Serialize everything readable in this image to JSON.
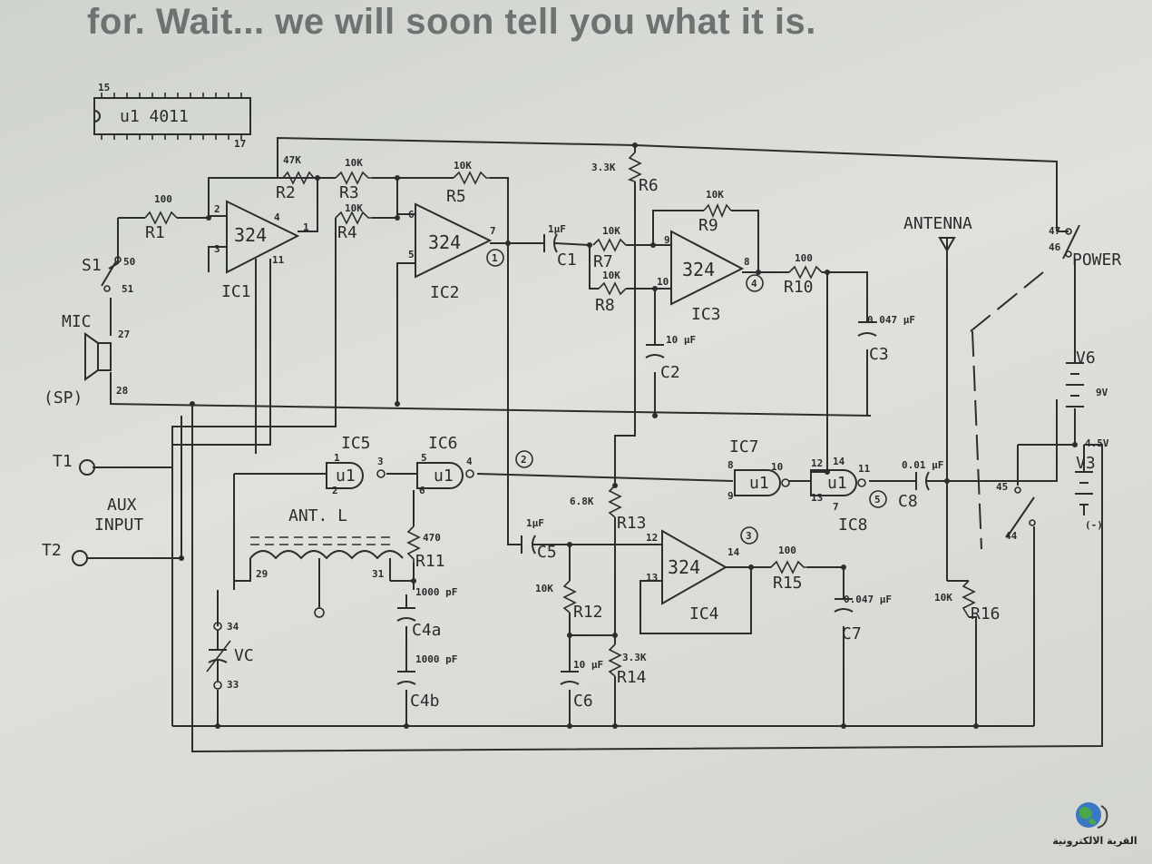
{
  "heading": {
    "line1": "for. Wait... we will soon tell you what it is."
  },
  "chip_package": {
    "label": "u1    4011",
    "pin_top": "15",
    "pin_bottom": "17"
  },
  "amps": [
    {
      "name": "IC1",
      "part": "324",
      "pins": [
        "2",
        "3",
        "4",
        "11",
        "1"
      ]
    },
    {
      "name": "IC2",
      "part": "324",
      "pins": [
        "6",
        "5",
        "7"
      ]
    },
    {
      "name": "IC3",
      "part": "324",
      "pins": [
        "9",
        "10",
        "8"
      ]
    },
    {
      "name": "IC4",
      "part": "324",
      "pins": [
        "12",
        "13",
        "14"
      ]
    }
  ],
  "gates": [
    {
      "name": "IC5",
      "part": "u1",
      "pins": [
        "1",
        "2",
        "3"
      ]
    },
    {
      "name": "IC6",
      "part": "u1",
      "pins": [
        "5",
        "6",
        "4"
      ]
    },
    {
      "name": "IC7",
      "part": "u1",
      "pins": [
        "8",
        "9",
        "10"
      ]
    },
    {
      "name": "IC8",
      "part": "u1",
      "pins": [
        "12",
        "13",
        "11",
        "14",
        "7"
      ]
    }
  ],
  "resistors": [
    {
      "name": "R1",
      "value": "100"
    },
    {
      "name": "R2",
      "value": "47K"
    },
    {
      "name": "R3",
      "value": "10K"
    },
    {
      "name": "R4",
      "value": "10K"
    },
    {
      "name": "R5",
      "value": "10K"
    },
    {
      "name": "R6",
      "value": "3.3K"
    },
    {
      "name": "R7",
      "value": "10K"
    },
    {
      "name": "R8",
      "value": "10K"
    },
    {
      "name": "R9",
      "value": "10K"
    },
    {
      "name": "R10",
      "value": "100"
    },
    {
      "name": "R11",
      "value": "470"
    },
    {
      "name": "R12",
      "value": "10K"
    },
    {
      "name": "R13",
      "value": "6.8K"
    },
    {
      "name": "R14",
      "value": "3.3K"
    },
    {
      "name": "R15",
      "value": "100"
    },
    {
      "name": "R16",
      "value": "10K"
    }
  ],
  "capacitors": [
    {
      "name": "C1",
      "value": "1μF"
    },
    {
      "name": "C2",
      "value": "10 μF"
    },
    {
      "name": "C3",
      "value": "0.047 μF"
    },
    {
      "name": "C4a",
      "value": "1000 pF"
    },
    {
      "name": "C4b",
      "value": "1000 pF"
    },
    {
      "name": "C5",
      "value": "1μF"
    },
    {
      "name": "C6",
      "value": "10 μF"
    },
    {
      "name": "C7",
      "value": "0.047 μF"
    },
    {
      "name": "C8",
      "value": "0.01 μF"
    }
  ],
  "labels": {
    "s1": "S1",
    "s1_pin50": "50",
    "s1_pin51": "51",
    "mic": "MIC",
    "sp": "(SP)",
    "mic_pin27": "27",
    "mic_pin28": "28",
    "t1": "T1",
    "t2": "T2",
    "aux": "AUX",
    "input": "INPUT",
    "ant_l": "ANT. L",
    "ant_pin29": "29",
    "ant_pin31": "31",
    "vc": "VC",
    "vc_pin34": "34",
    "vc_pin33": "33",
    "antenna": "ANTENNA",
    "power": "POWER",
    "pow_pin47": "47",
    "pow_pin46": "46",
    "v6": "V6",
    "v6_val": "9V",
    "v3": "V3",
    "v3_val": "4.5V",
    "v3_neg": "(-)",
    "sw_pin45": "45",
    "sw_pin44": "44",
    "node1": "1",
    "node2": "2",
    "node3": "3",
    "node4": "4",
    "node5": "5"
  },
  "logo": {
    "text": "القرية الالكترونية",
    "icon": "globe-icon"
  }
}
